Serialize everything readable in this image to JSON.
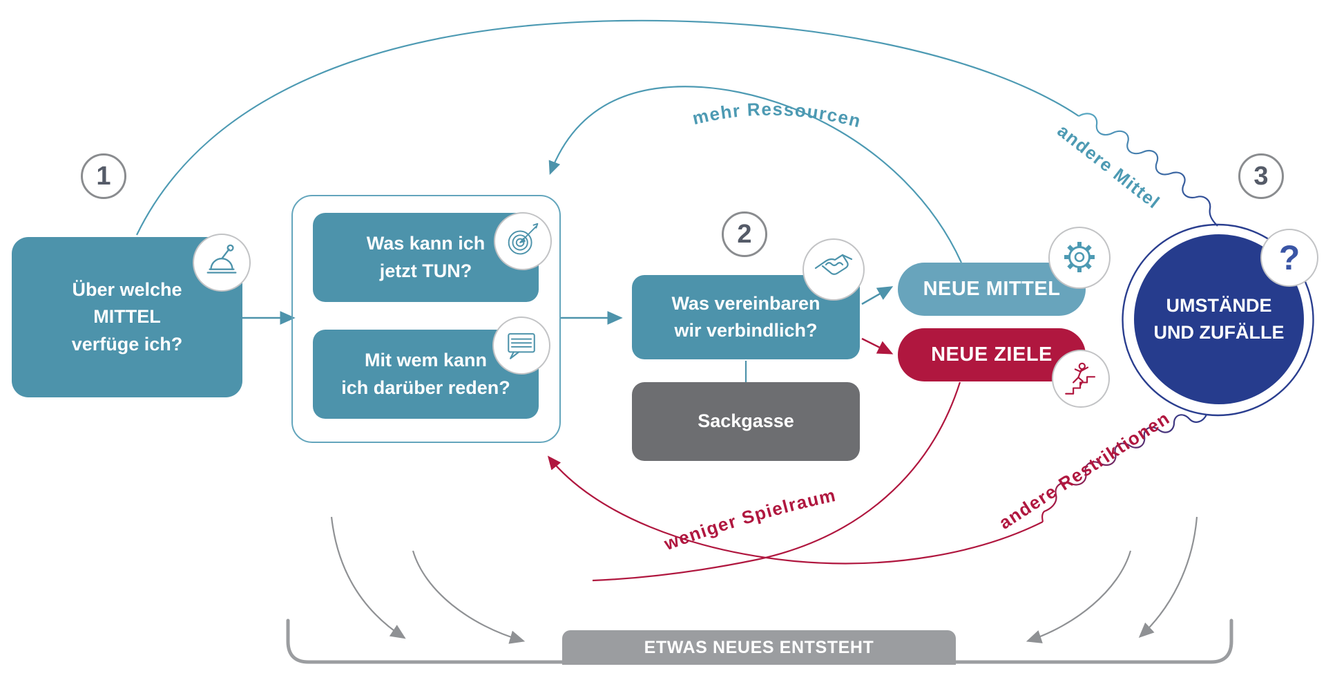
{
  "colors": {
    "teal": "#4d93ab",
    "teal_light": "#68a4bc",
    "teal_stroke": "#4d9ab3",
    "crimson": "#b0173f",
    "navy": "#263c8d",
    "gray_dark": "#6d6e71",
    "gray_bar": "#9b9da0",
    "gray_arrow": "#8f9194"
  },
  "badges": {
    "one": "1",
    "two": "2",
    "three": "3",
    "question": "?"
  },
  "boxes": {
    "mittel": {
      "lines": [
        "Über welche",
        "MITTEL",
        "verfüge ich?"
      ]
    },
    "tun": {
      "lines": [
        "Was kann ich",
        "jetzt TUN?"
      ]
    },
    "reden": {
      "lines": [
        "Mit wem kann",
        "ich darüber reden?"
      ]
    },
    "vereinbaren": {
      "lines": [
        "Was vereinbaren",
        "wir verbindlich?"
      ]
    },
    "sackgasse": {
      "label": "Sackgasse"
    },
    "neueMittel": {
      "label": "NEUE MITTEL"
    },
    "neueZiele": {
      "label": "NEUE ZIELE"
    },
    "umstaende": {
      "lines": [
        "UMSTÄNDE",
        "UND ZUFÄLLE"
      ]
    },
    "ergebnis": {
      "label": "ETWAS NEUES ENTSTEHT"
    }
  },
  "flowLabels": {
    "mehrRessourcen": "mehr Ressourcen",
    "andereMittel": "andere Mittel",
    "wenigerSpielraum": "weniger Spielraum",
    "andereRestriktionen": "andere Restriktionen"
  },
  "icons": {
    "lever": "lever-icon",
    "target": "target-icon",
    "speech": "speech-bubble-icon",
    "handshake": "handshake-icon",
    "gear": "gear-icon",
    "stairs": "person-climbing-stairs-icon",
    "question": "question-mark-icon"
  }
}
